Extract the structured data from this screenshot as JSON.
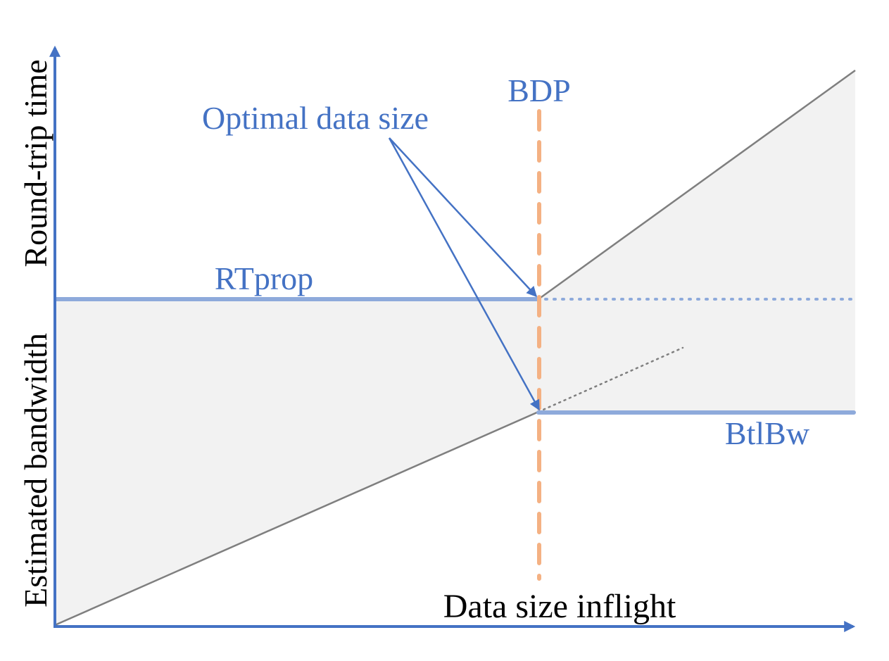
{
  "diagram": {
    "labels": {
      "y_axis_top": "Round-trip time",
      "y_axis_bottom": "Estimated bandwidth",
      "x_axis": "Data size inflight",
      "bdp": "BDP",
      "optimal": "Optimal data size",
      "rtprop": "RTprop",
      "btlbw": "BtlBw"
    },
    "colors": {
      "axis": "#4472c4",
      "annotation_text": "#4472c4",
      "bound_line": "#8eaadb",
      "bdp_line": "#f4b183",
      "model_line": "#7f7f7f",
      "shaded_region": "#f2f2f2",
      "black_text": "#000000"
    }
  }
}
